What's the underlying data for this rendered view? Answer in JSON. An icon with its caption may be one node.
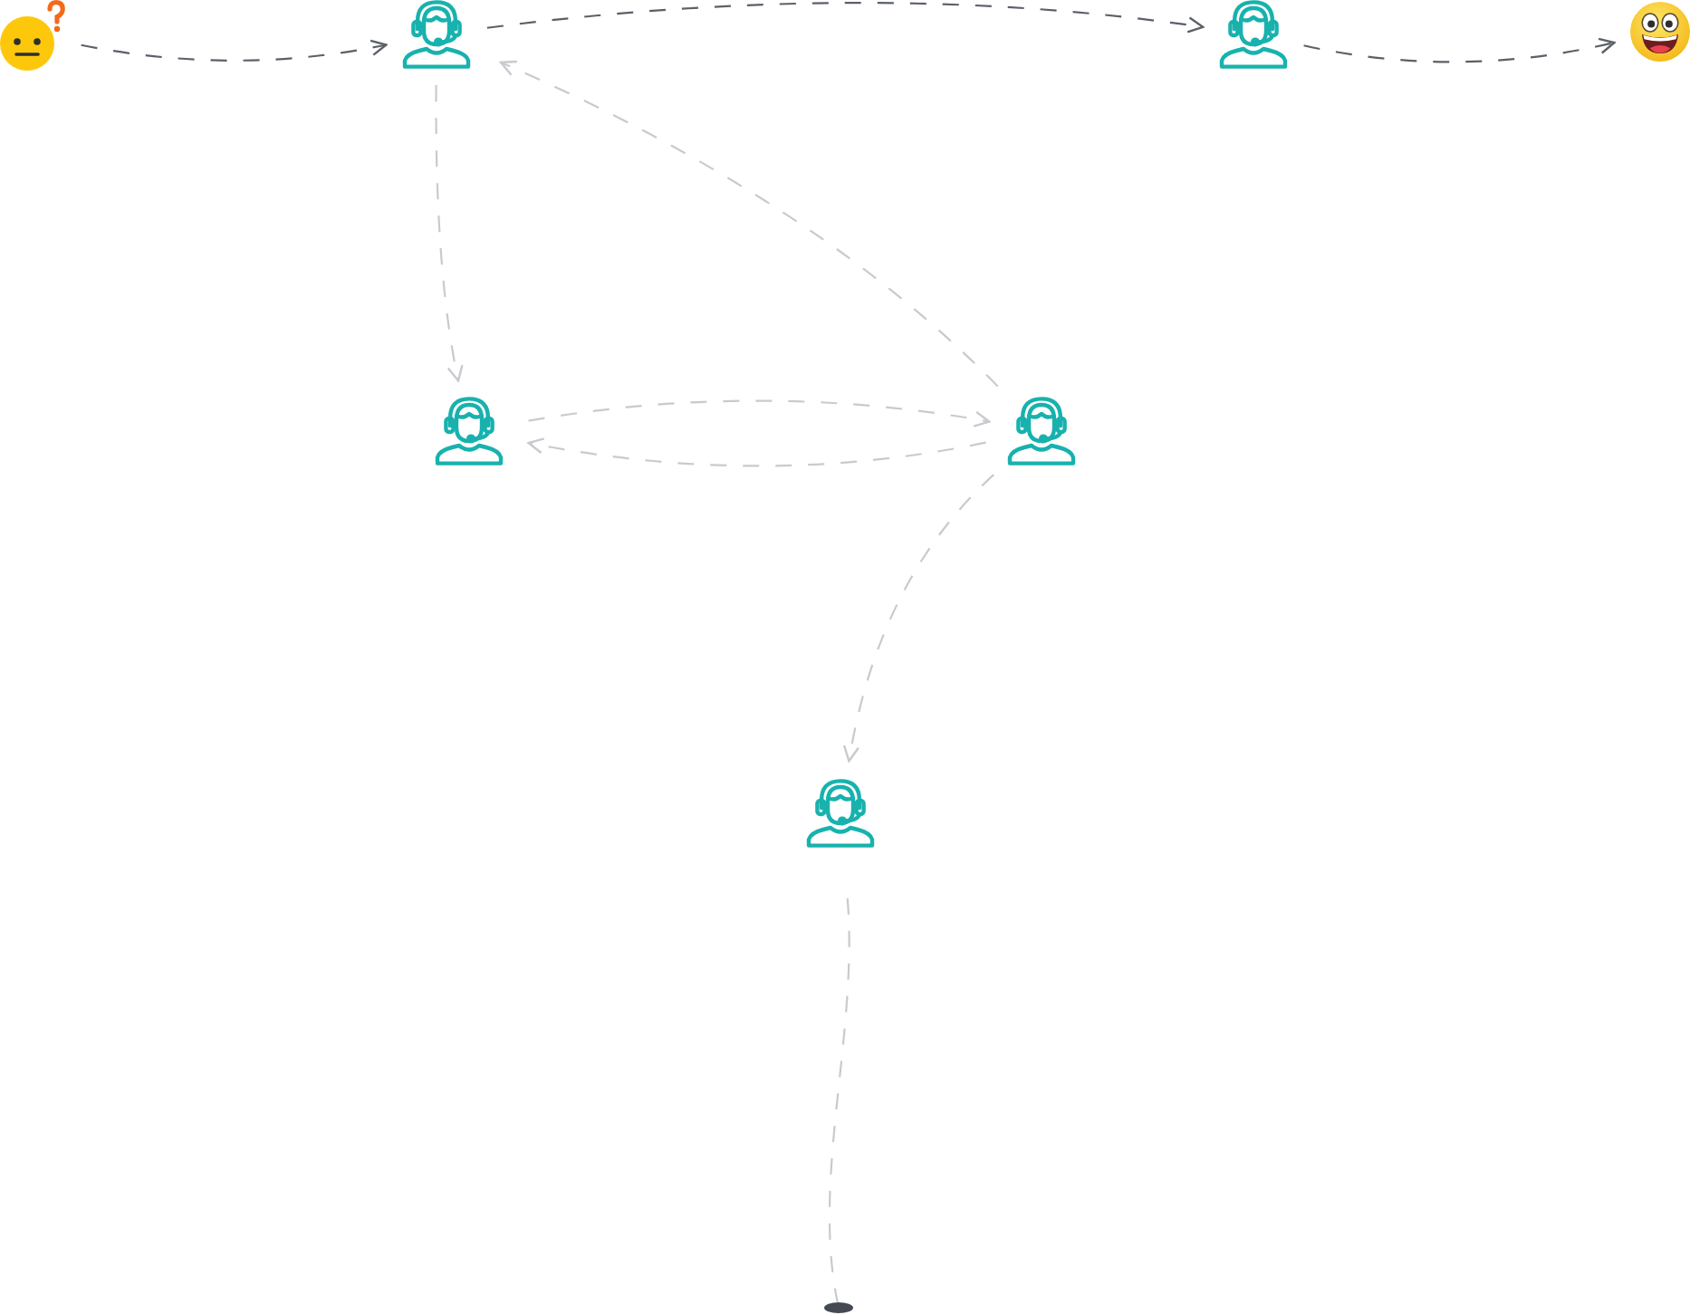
{
  "diagram": {
    "nodes": [
      {
        "text": [],
        "shape": "picture"
      },
      {
        "text": [],
        "shape": "person"
      },
      {
        "text": [],
        "shape": "person"
      },
      {
        "text": [],
        "shape": "picture"
      },
      {
        "text": [],
        "shape": "person"
      },
      {
        "text": [],
        "shape": "person"
      },
      {
        "text": [],
        "shape": "person"
      },
      {
        "text": [],
        "shape": "ellipse"
      }
    ],
    "edges": [
      {
        "from": 0,
        "to": 1,
        "arrow": "to",
        "style": "dashed",
        "color": "#5b6068"
      },
      {
        "from": 1,
        "to": 2,
        "arrow": "to",
        "style": "dashed",
        "color": "#5b6068"
      },
      {
        "from": 2,
        "to": 3,
        "arrow": "to",
        "style": "dashed",
        "color": "#5b6068"
      },
      {
        "from": 1,
        "to": 4,
        "arrow": "to",
        "style": "dashed"
      },
      {
        "from": 4,
        "to": 5,
        "arrow": "to",
        "style": "dashed"
      },
      {
        "from": 5,
        "to": 4,
        "arrow": "to",
        "style": "dashed"
      },
      {
        "from": 5,
        "to": 1,
        "arrow": "to",
        "style": "dashed"
      },
      {
        "from": 5,
        "to": 6,
        "arrow": "to",
        "style": "dashed"
      },
      {
        "from": 6,
        "to": 7,
        "arrow": "none",
        "style": "dashed"
      }
    ]
  }
}
